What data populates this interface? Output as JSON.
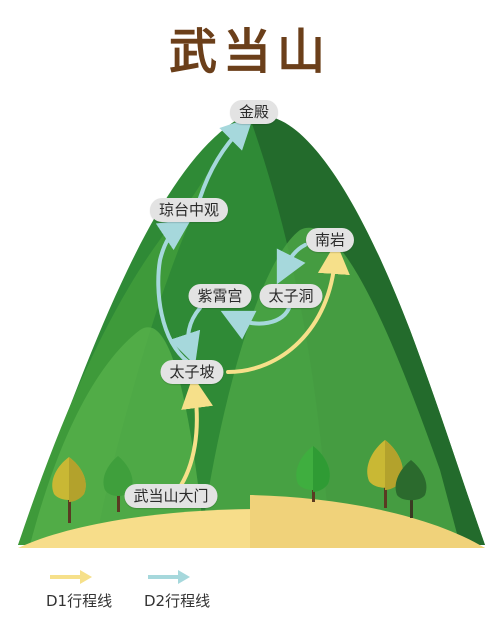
{
  "title": "武当山",
  "locations": {
    "jindian": "金殿",
    "qiongtai": "琼台中观",
    "nanyan": "南岩",
    "zixiao": "紫霄宫",
    "taizidong": "太子洞",
    "taizipo": "太子坡",
    "damen": "武当山大门"
  },
  "routes": [
    {
      "name": "D1行程线",
      "color": "#f6e08a",
      "path": [
        "武当山大门",
        "太子坡",
        "南岩"
      ]
    },
    {
      "name": "D2行程线",
      "color": "#a6d8dc",
      "path": [
        "南岩",
        "太子洞",
        "紫霄宫",
        "太子坡",
        "琼台中观",
        "金殿"
      ]
    }
  ],
  "legend": {
    "d1": "D1行程线",
    "d2": "D2行程线"
  },
  "colors": {
    "title": "#6b3f1a",
    "mountain_dark": "#236b2c",
    "mountain_mid": "#2f8a36",
    "mountain_light": "#4ba445",
    "ground": "#f7dd8a",
    "d1_arrow": "#f6e08a",
    "d2_arrow": "#a6d8dc"
  }
}
